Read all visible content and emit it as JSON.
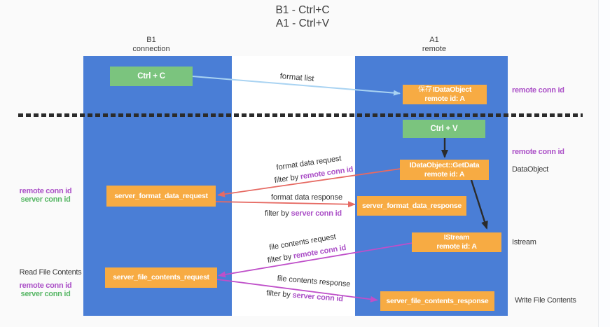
{
  "title": {
    "line1": "B1 - Ctrl+C",
    "line2": "A1 - Ctrl+V"
  },
  "columns": {
    "left": {
      "name": "B1",
      "role": "connection"
    },
    "right": {
      "name": "A1",
      "role": "remote"
    }
  },
  "boxes": {
    "ctrl_c": {
      "label": "Ctrl + C"
    },
    "save_idataobject": {
      "line1_cjk": "保存",
      "line1_text": "IDataObject",
      "line2": "remote id: A"
    },
    "ctrl_v": {
      "label": "Ctrl + V"
    },
    "getdata": {
      "line1": "IDataObject::GetData",
      "line2": "remote id: A"
    },
    "format_request": {
      "label": "server_format_data_request"
    },
    "format_response": {
      "label": "server_format_data_response"
    },
    "istream": {
      "line1": "IStream",
      "line2": "remote id: A"
    },
    "file_request": {
      "label": "server_file_contents_request"
    },
    "file_response": {
      "label": "server_file_contents_response"
    }
  },
  "side_labels": {
    "remote_conn_id_top": "remote conn id",
    "remote_conn_id_mid": "remote conn id",
    "dataobject": "DataObject",
    "istream": "Istream",
    "write_file_contents": "Write File Contents",
    "left_remote_conn_id_1": "remote conn id",
    "left_server_conn_id_1": "server conn id",
    "read_file_contents": "Read File Contents",
    "left_remote_conn_id_2": "remote conn id",
    "left_server_conn_id_2": "server conn id"
  },
  "flow_labels": {
    "format_list": "format list",
    "format_data_request": "format data request",
    "filter_by_1": {
      "prefix": "filter by ",
      "keyword": "remote conn id"
    },
    "format_data_response": "format data response",
    "filter_by_2": {
      "prefix": "filter by ",
      "keyword": "server conn id"
    },
    "file_contents_request": "file contents request",
    "filter_by_3": {
      "prefix": "filter by ",
      "keyword": "remote conn id"
    },
    "file_contents_response": "file contents response",
    "filter_by_4": {
      "prefix": "filter by ",
      "keyword": "server conn id"
    }
  },
  "colors": {
    "bg": "#fafafa",
    "blue": "#4a7ed6",
    "orange": "#f7ab43",
    "green": "#7bc47e",
    "purple": "#ab50c7",
    "greentext": "#58b766",
    "red_arrow": "#e66a63",
    "magenta_arrow": "#bf4fc9",
    "lightblue_arrow": "#a9d3f2",
    "dark": "#2b2b2b"
  }
}
